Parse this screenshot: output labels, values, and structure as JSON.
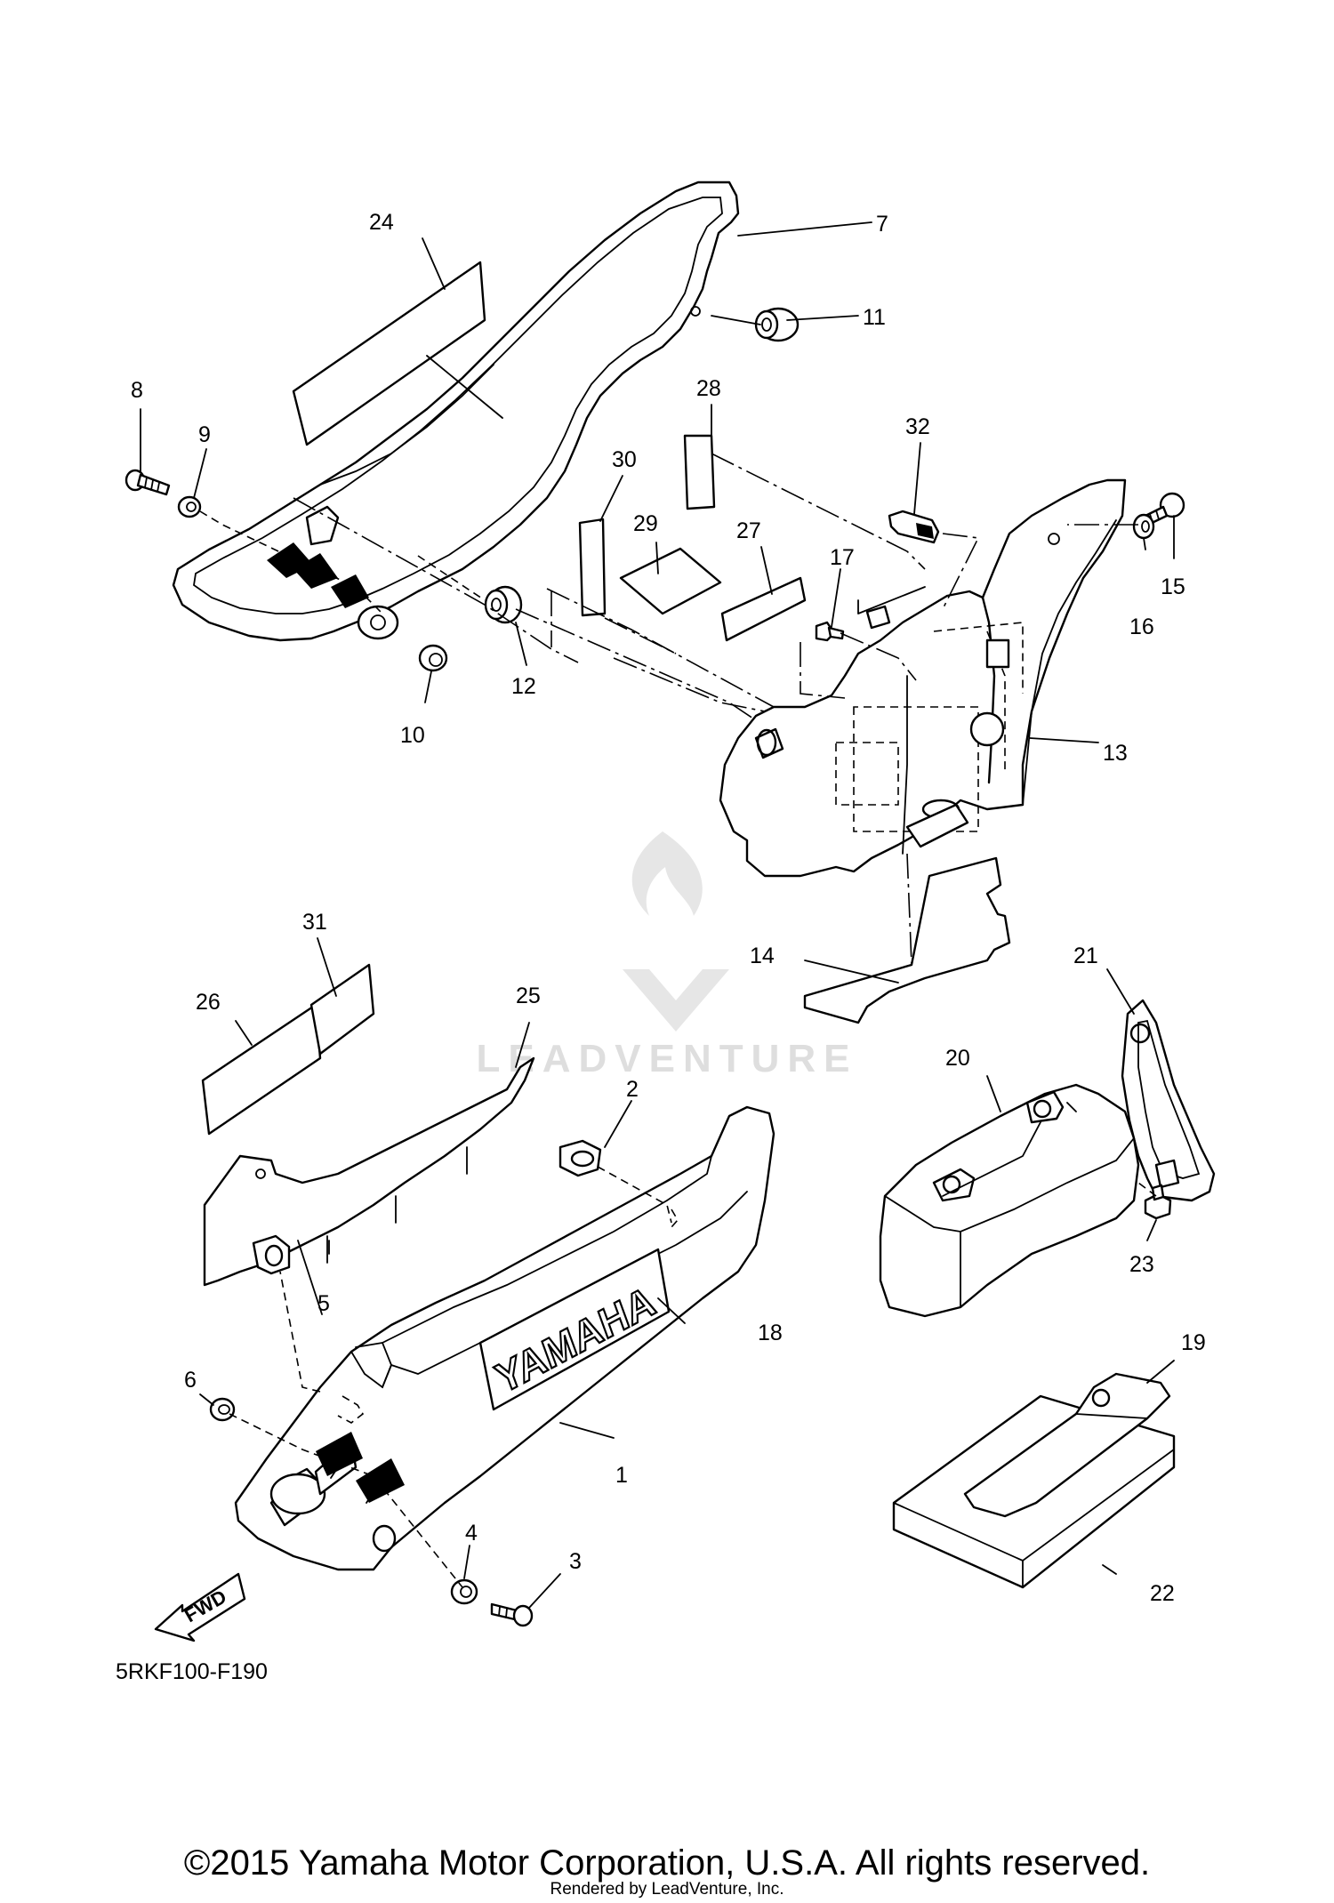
{
  "diagram": {
    "code": "5RKF100-F190",
    "fwd_label": "FWD",
    "brand_text": "YAMAHA",
    "watermark": "LEADVENTURE",
    "copyright": "©2015 Yamaha Motor Corporation, U.S.A. All rights reserved.",
    "rendered_by": "Rendered by LeadVenture, Inc."
  },
  "callouts": [
    {
      "id": "c1",
      "label": "1"
    },
    {
      "id": "c2",
      "label": "2"
    },
    {
      "id": "c3",
      "label": "3"
    },
    {
      "id": "c4",
      "label": "4"
    },
    {
      "id": "c5",
      "label": "5"
    },
    {
      "id": "c6",
      "label": "6"
    },
    {
      "id": "c7",
      "label": "7"
    },
    {
      "id": "c8",
      "label": "8"
    },
    {
      "id": "c9",
      "label": "9"
    },
    {
      "id": "c10",
      "label": "10"
    },
    {
      "id": "c11",
      "label": "11"
    },
    {
      "id": "c12",
      "label": "12"
    },
    {
      "id": "c13",
      "label": "13"
    },
    {
      "id": "c14",
      "label": "14"
    },
    {
      "id": "c15",
      "label": "15"
    },
    {
      "id": "c16",
      "label": "16"
    },
    {
      "id": "c17",
      "label": "17"
    },
    {
      "id": "c18",
      "label": "18"
    },
    {
      "id": "c19",
      "label": "19"
    },
    {
      "id": "c20",
      "label": "20"
    },
    {
      "id": "c21",
      "label": "21"
    },
    {
      "id": "c22",
      "label": "22"
    },
    {
      "id": "c23",
      "label": "23"
    },
    {
      "id": "c24",
      "label": "24"
    },
    {
      "id": "c25",
      "label": "25"
    },
    {
      "id": "c26",
      "label": "26"
    },
    {
      "id": "c27",
      "label": "27"
    },
    {
      "id": "c28",
      "label": "28"
    },
    {
      "id": "c29",
      "label": "29"
    },
    {
      "id": "c30",
      "label": "30"
    },
    {
      "id": "c31",
      "label": "31"
    },
    {
      "id": "c32",
      "label": "32"
    }
  ]
}
